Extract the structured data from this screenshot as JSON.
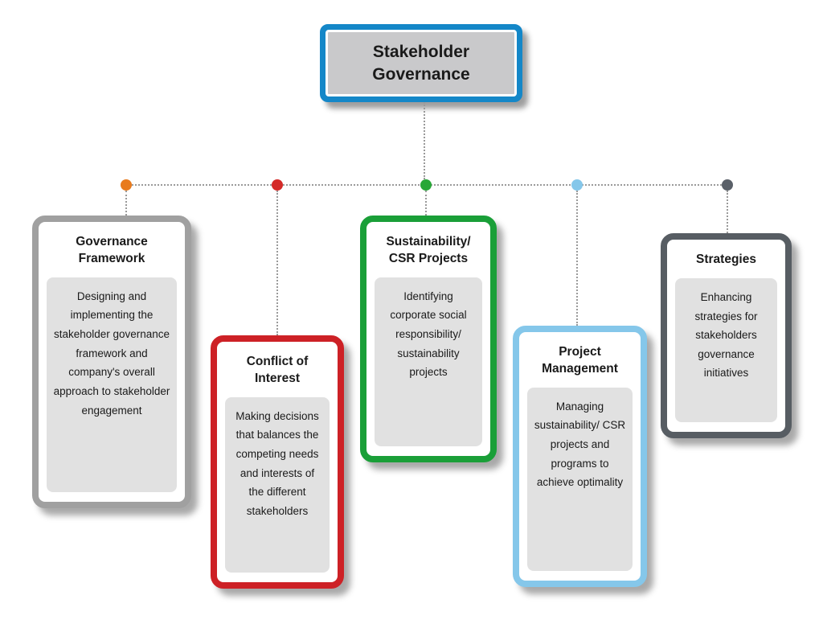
{
  "diagram_title": "Stakeholder Governance",
  "root": {
    "title": "Stakeholder Governance",
    "border_color": "#1487c8",
    "fill_color": "#c9c9cb"
  },
  "connector": {
    "line_color": "#9a9a9a"
  },
  "cards": [
    {
      "id": "governance-framework",
      "title": "Governance Framework",
      "body": "Designing and implementing the stakeholder governance framework and company's overall approach to stakeholder engagement",
      "color": "#a0a0a0",
      "dot_color": "#e87b1e"
    },
    {
      "id": "conflict-of-interest",
      "title": "Conflict of Interest",
      "body": "Making decisions that balances the competing needs and interests of the different stakeholders",
      "color": "#cd2126",
      "dot_color": "#d42a28"
    },
    {
      "id": "sustainability-csr-projects",
      "title": "Sustainability/ CSR Projects",
      "body": "Identifying corporate social responsibility/ sustainability projects",
      "color": "#1a9f38",
      "dot_color": "#27a737"
    },
    {
      "id": "project-management",
      "title": "Project Management",
      "body": "Managing sustainability/ CSR projects and programs to achieve optimality",
      "color": "#85c7ea",
      "dot_color": "#85c7ea"
    },
    {
      "id": "strategies",
      "title": "Strategies",
      "body": "Enhancing strategies for stakeholders governance initiatives",
      "color": "#575d63",
      "dot_color": "#5a6068"
    }
  ]
}
